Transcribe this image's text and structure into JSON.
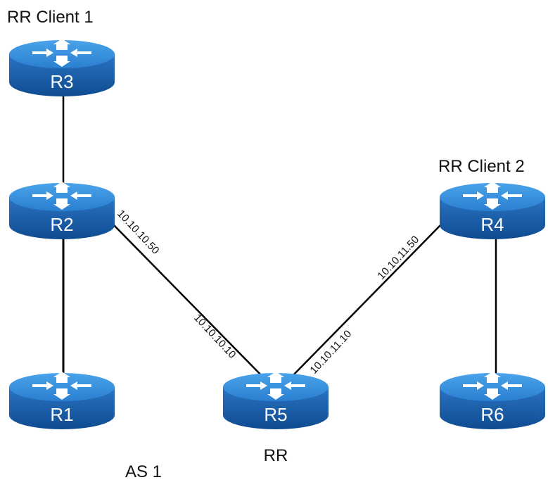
{
  "labels": {
    "rr_client_1": "RR Client 1",
    "rr_client_2": "RR Client 2",
    "rr": "RR",
    "as": "AS 1"
  },
  "routers": {
    "r1": "R1",
    "r2": "R2",
    "r3": "R3",
    "r4": "R4",
    "r5": "R5",
    "r6": "R6"
  },
  "links": {
    "r2_r5_near_r2": "10.10.10.50",
    "r2_r5_near_r5": "10.10.10.10",
    "r5_r4_near_r4": "10.10.11.50",
    "r5_r4_near_r5": "10.10.11.10"
  },
  "colors": {
    "router_body": "#1f5fa8",
    "router_top": "#2f86d6",
    "link": "#000000"
  }
}
